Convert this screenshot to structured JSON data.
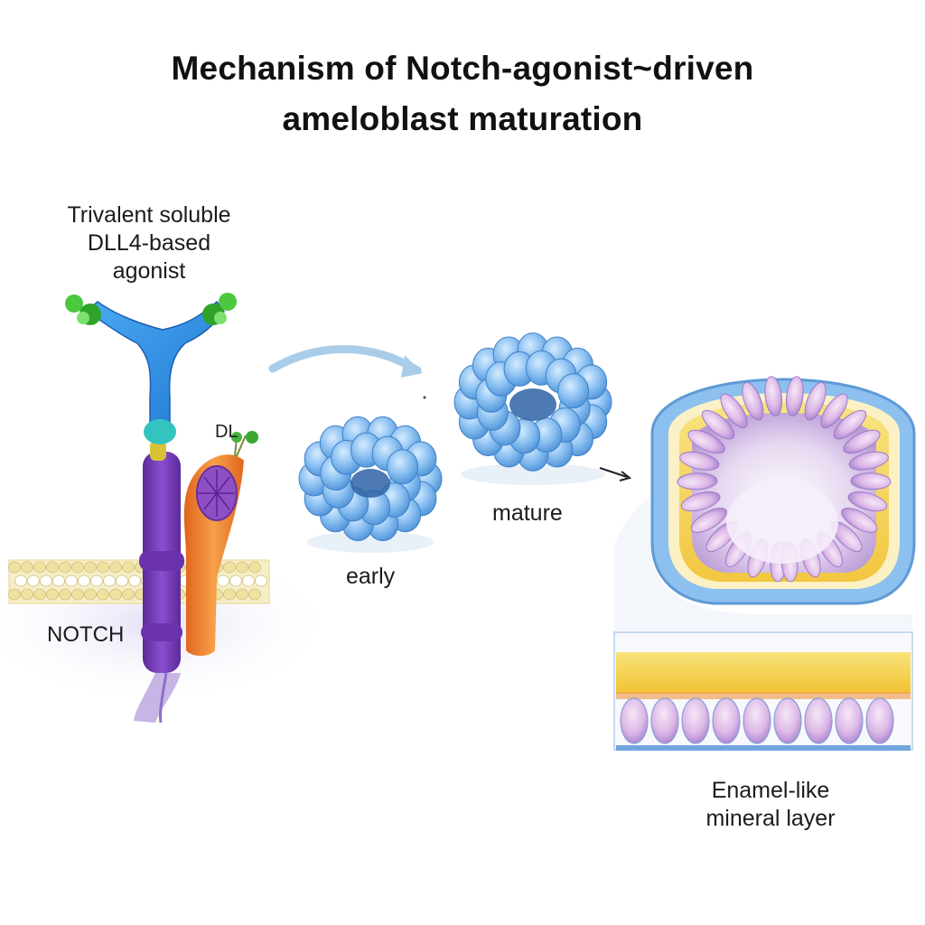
{
  "title": {
    "line1": "Mechanism of Notch-agonist~driven",
    "line2": "ameloblast maturation"
  },
  "labels": {
    "agonist_line1": "Trivalent soluble",
    "agonist_line2": "DLL4-based",
    "agonist_line3": "agonist",
    "receptor_tag": "DL",
    "notch": "NOTCH",
    "early": "early",
    "mature": "mature",
    "enamel_line1": "Enamel-like",
    "enamel_line2": "mineral layer"
  },
  "colors": {
    "agonist_blue": "#2f8fe0",
    "agonist_green": "#3fbf3a",
    "notch_purple": "#7a3fb8",
    "ligand_orange": "#f07a1e",
    "membrane_yellow": "#f3e6a8",
    "organoid_blue": "#7fb6ea",
    "enamel_yellow": "#f6d24a",
    "ameloblast_pink": "#e3c2e8",
    "arrow_blue": "#a9cde9"
  }
}
